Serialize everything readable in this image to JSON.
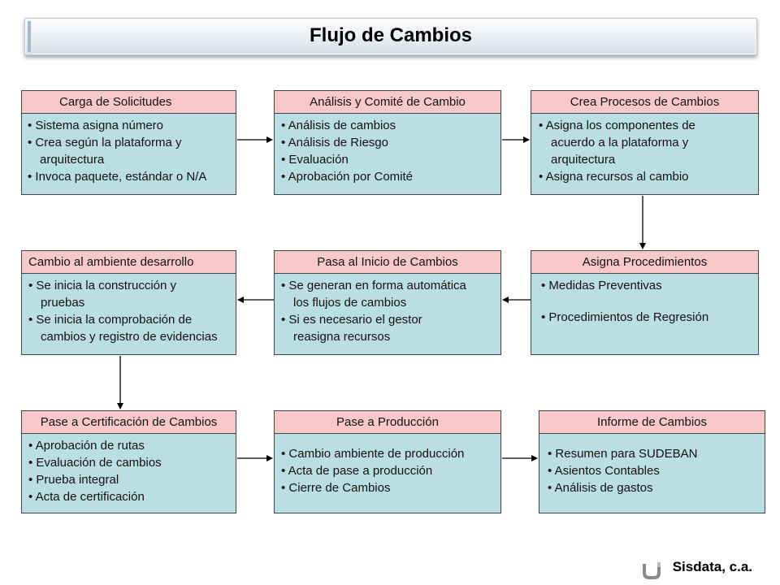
{
  "title": "Flujo de Cambios",
  "footer": "Sisdata, c.a.",
  "boxes": [
    {
      "header": "Carga de Solicitudes",
      "lines": [
        "• Sistema asigna número",
        "• Crea según la plataforma y",
        "arquitectura",
        "• Invoca paquete, estándar o N/A"
      ]
    },
    {
      "header": "Análisis y Comité de Cambio",
      "lines": [
        "• Análisis de cambios",
        "• Análisis de Riesgo",
        "• Evaluación",
        "• Aprobación por Comité"
      ]
    },
    {
      "header": "Crea Procesos de Cambios",
      "lines": [
        "• Asigna los componentes de",
        "acuerdo a la plataforma y",
        "arquitectura",
        "• Asigna  recursos al cambio"
      ]
    },
    {
      "header": "Cambio al ambiente desarrollo",
      "lines": [
        "• Se inicia la construcción y",
        "pruebas",
        "• Se inicia la comprobación de",
        "cambios y registro de evidencias"
      ]
    },
    {
      "header": "Pasa al Inicio de Cambios",
      "lines": [
        "• Se generan en forma automática",
        "los flujos de cambios",
        "• Si es necesario el gestor",
        "reasigna recursos"
      ]
    },
    {
      "header": "Asigna  Procedimientos",
      "lines": [
        "•  Medidas Preventivas",
        "•  Procedimientos de Regresión"
      ]
    },
    {
      "header": "Pase a Certificación de Cambios",
      "lines": [
        "• Aprobación de rutas",
        "• Evaluación de cambios",
        "• Prueba integral",
        "• Acta de certificación"
      ]
    },
    {
      "header": "Pase a Producción",
      "lines": [
        "• Cambio ambiente de producción",
        "• Acta de pase a producción",
        "• Cierre de Cambios"
      ]
    },
    {
      "header": "Informe de Cambios",
      "lines": [
        "• Resumen para SUDEBAN",
        "• Asientos Contables",
        "• Análisis de gastos"
      ]
    }
  ]
}
